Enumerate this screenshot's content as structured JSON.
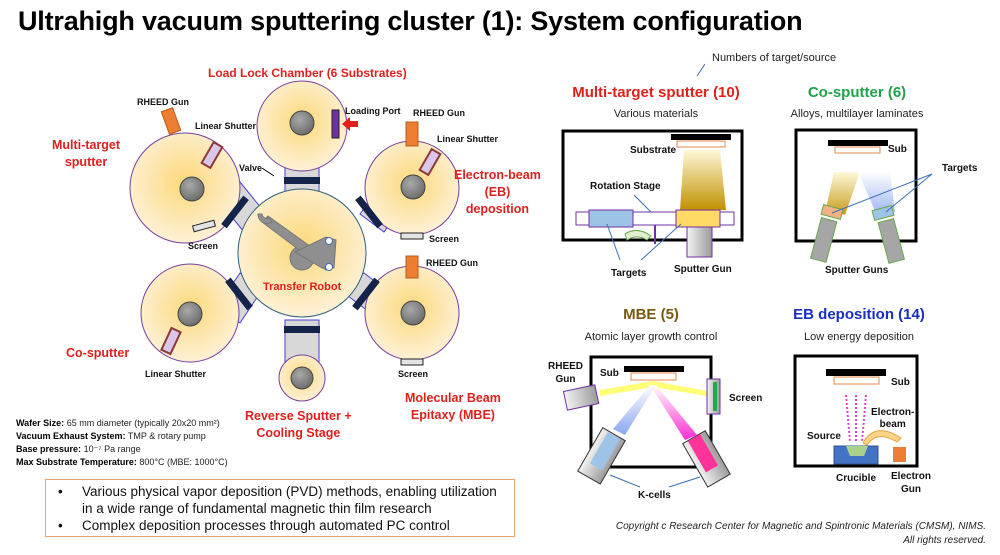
{
  "title": "Ultrahigh vacuum sputtering cluster (1): System configuration",
  "colors": {
    "label_red": "#e0201c",
    "cosputter_green": "#1fa24a",
    "mbe_olive": "#7a5a10",
    "eb_blue": "#1a2fc0",
    "chamber_fill": "#fde7b2",
    "valve_navy": "#14234a",
    "rheed_orange": "#ed7d31",
    "box_border": "#e3a56f"
  },
  "cluster": {
    "load_lock": "Load Lock Chamber (6 Substrates)",
    "loading_port": "Loading Port",
    "multi_target": [
      "Multi-target",
      "sputter"
    ],
    "electron_beam": [
      "Electron-beam",
      "(EB)",
      "deposition"
    ],
    "co_sputter": "Co-sputter",
    "mbe": [
      "Molecular Beam",
      "Epitaxy (MBE)"
    ],
    "reverse_sputter": [
      "Reverse Sputter +",
      "Cooling Stage"
    ],
    "transfer_robot": "Transfer Robot",
    "rheed_gun": "RHEED Gun",
    "linear_shutter": "Linear Shutter",
    "valve": "Valve",
    "screen": "Screen"
  },
  "specs": [
    {
      "key": "Wafer Size:",
      "value": "65 mm diameter (typically 20x20 mm²)"
    },
    {
      "key": "Vacuum Exhaust System:",
      "value": "TMP & rotary pump"
    },
    {
      "key": "Base pressure:",
      "value": "10⁻⁷ Pa range"
    },
    {
      "key": "Max Substrate Temperature:",
      "value": "800°C (MBE: 1000°C)"
    }
  ],
  "bullets": [
    "Various physical vapor deposition (PVD) methods, enabling utilization in a wide range of fundamental magnetic thin film research",
    "Complex deposition processes through automated PC control"
  ],
  "numbers_note": "Numbers of target/source",
  "panels": {
    "multi_target": {
      "title": "Multi-target sputter (10)",
      "subtitle": "Various materials",
      "labels": {
        "substrate": "Substrate",
        "rotation_stage": "Rotation Stage",
        "targets": "Targets",
        "sputter_gun": "Sputter Gun"
      }
    },
    "co_sputter": {
      "title": "Co-sputter (6)",
      "subtitle": "Alloys, multilayer laminates",
      "labels": {
        "sub": "Sub",
        "targets": "Targets",
        "sputter_guns": "Sputter Guns"
      }
    },
    "mbe": {
      "title": "MBE (5)",
      "subtitle": "Atomic layer growth control",
      "labels": {
        "rheed": "RHEED",
        "gun": "Gun",
        "sub": "Sub",
        "screen": "Screen",
        "kcells": "K-cells"
      }
    },
    "eb": {
      "title": "EB deposition (14)",
      "subtitle": "Low energy deposition",
      "labels": {
        "sub": "Sub",
        "electron": "Electron-",
        "beam": "beam",
        "source": "Source",
        "crucible": "Crucible",
        "egun1": "Electron",
        "egun2": "Gun"
      }
    }
  },
  "copyright": [
    "Copyright c Research Center for Magnetic and Spintronic Materials (CMSM), NIMS.",
    "All rights reserved."
  ]
}
